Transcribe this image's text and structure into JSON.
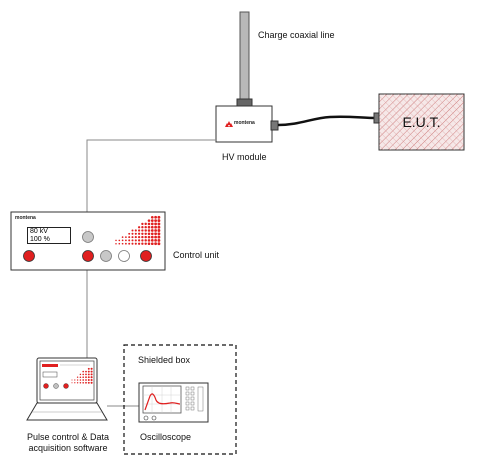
{
  "labels": {
    "charge_line": "Charge coaxial line",
    "hv_module": "HV module",
    "eut": "E.U.T.",
    "control_unit": "Control unit",
    "shielded_box": "Shielded box",
    "oscilloscope": "Oscilloscope",
    "pulse_control_line1": "Pulse control & Data",
    "pulse_control_line2": "acquisition software"
  },
  "brand": {
    "hv_module": "montena",
    "control_unit": "montena"
  },
  "control_panel": {
    "voltage": "80 kV",
    "level": "100 %"
  },
  "colors": {
    "accent_red": "#e02020",
    "line_gray": "#8a8a8a",
    "hatch_red": "#d08080"
  }
}
